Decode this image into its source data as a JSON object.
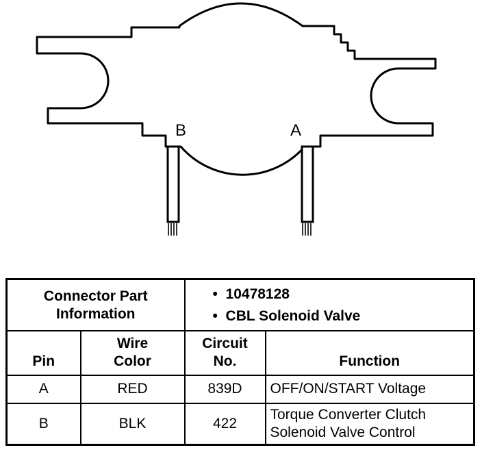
{
  "diagram": {
    "pin_labels": [
      "B",
      "A"
    ]
  },
  "table": {
    "info_label_line1": "Connector Part",
    "info_label_line2": "Information",
    "info_items": [
      "10478128",
      "CBL Solenoid Valve"
    ],
    "headers": {
      "pin": "Pin",
      "wire_color_line1": "Wire",
      "wire_color_line2": "Color",
      "circuit_line1": "Circuit",
      "circuit_line2": "No.",
      "function": "Function"
    },
    "rows": [
      {
        "pin": "A",
        "wire_color": "RED",
        "circuit": "839D",
        "function_line1": "OFF/ON/START Voltage",
        "function_line2": ""
      },
      {
        "pin": "B",
        "wire_color": "BLK",
        "circuit": "422",
        "function_line1": "Torque Converter Clutch",
        "function_line2": "Solenoid Valve Control"
      }
    ]
  }
}
